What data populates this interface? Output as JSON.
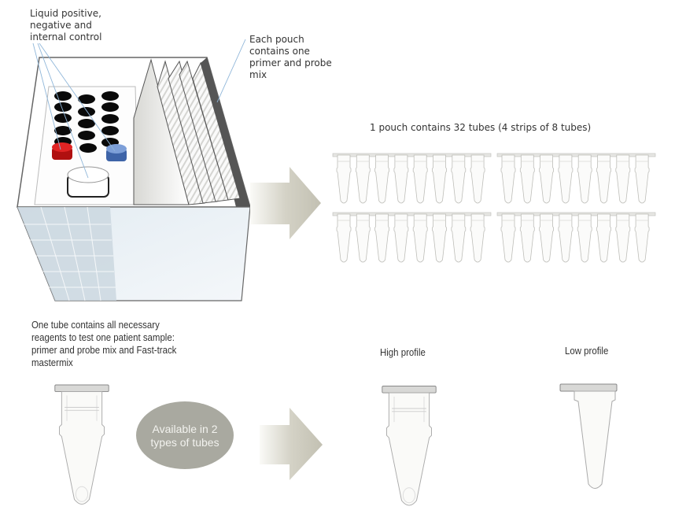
{
  "labels": {
    "controls": "Liquid positive,\nnegative and\ninternal control",
    "pouch": "Each pouch\ncontains one\nprimer and probe\nmix",
    "strips": "1 pouch contains 32 tubes (4 strips of 8 tubes)",
    "one_tube": "One tube contains all necessary\nreagents to test one patient sample:\nprimer and probe mix and Fast-track\nmastermix",
    "available": "Available in 2\ntypes of tubes",
    "high_profile": "High profile",
    "low_profile": "Low profile"
  },
  "strips": {
    "count": 4,
    "tubes_per_strip": 8
  },
  "colors": {
    "positive_cap": "#d01c1c",
    "negative_cap": "#5a82c8",
    "arrow": "#c9c7bb",
    "oval": "#a9a9a0",
    "leader_line": "#8fb6d9"
  }
}
